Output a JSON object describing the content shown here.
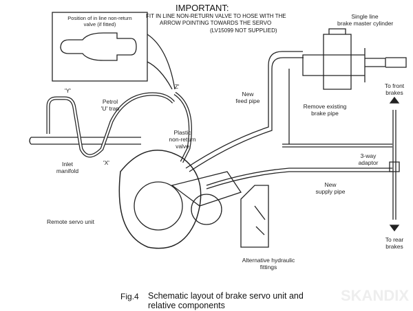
{
  "important": {
    "title": "IMPORTANT:",
    "line1": "FIT IN LINE NON-RETURN VALVE TO HOSE WITH THE",
    "line2": "ARROW POINTING TOWARDS THE SERVO",
    "line3": "(LV15099 NOT SUPPLIED)"
  },
  "inset": {
    "line1": "Position of in line non-return",
    "line2": "valve (if fitted)"
  },
  "labels": {
    "master_cyl_1": "Single line",
    "master_cyl_2": "brake master cylinder",
    "y": "'Y'",
    "z": "'Z'",
    "x": "'X'",
    "petrol_1": "Petrol",
    "petrol_2": "'U' trap",
    "inlet_1": "Inlet",
    "inlet_2": "manifold",
    "feed_1": "New",
    "feed_2": "feed pipe",
    "remove_1": "Remove existing",
    "remove_2": "brake pipe",
    "front_1": "To front",
    "front_2": "brakes",
    "valve_1": "Plastic",
    "valve_2": "non-return",
    "valve_3": "valve",
    "adaptor_1": "3-way",
    "adaptor_2": "adaptor",
    "supply_1": "New",
    "supply_2": "supply pipe",
    "servo": "Remote servo unit",
    "rear_1": "To rear",
    "rear_2": "brakes",
    "alt_1": "Alternative hydraulic",
    "alt_2": "fittings"
  },
  "caption": {
    "fig": "Fig.4",
    "line1": "Schematic layout of brake servo unit and",
    "line2": "relative components"
  },
  "watermark": "SKANDIX"
}
